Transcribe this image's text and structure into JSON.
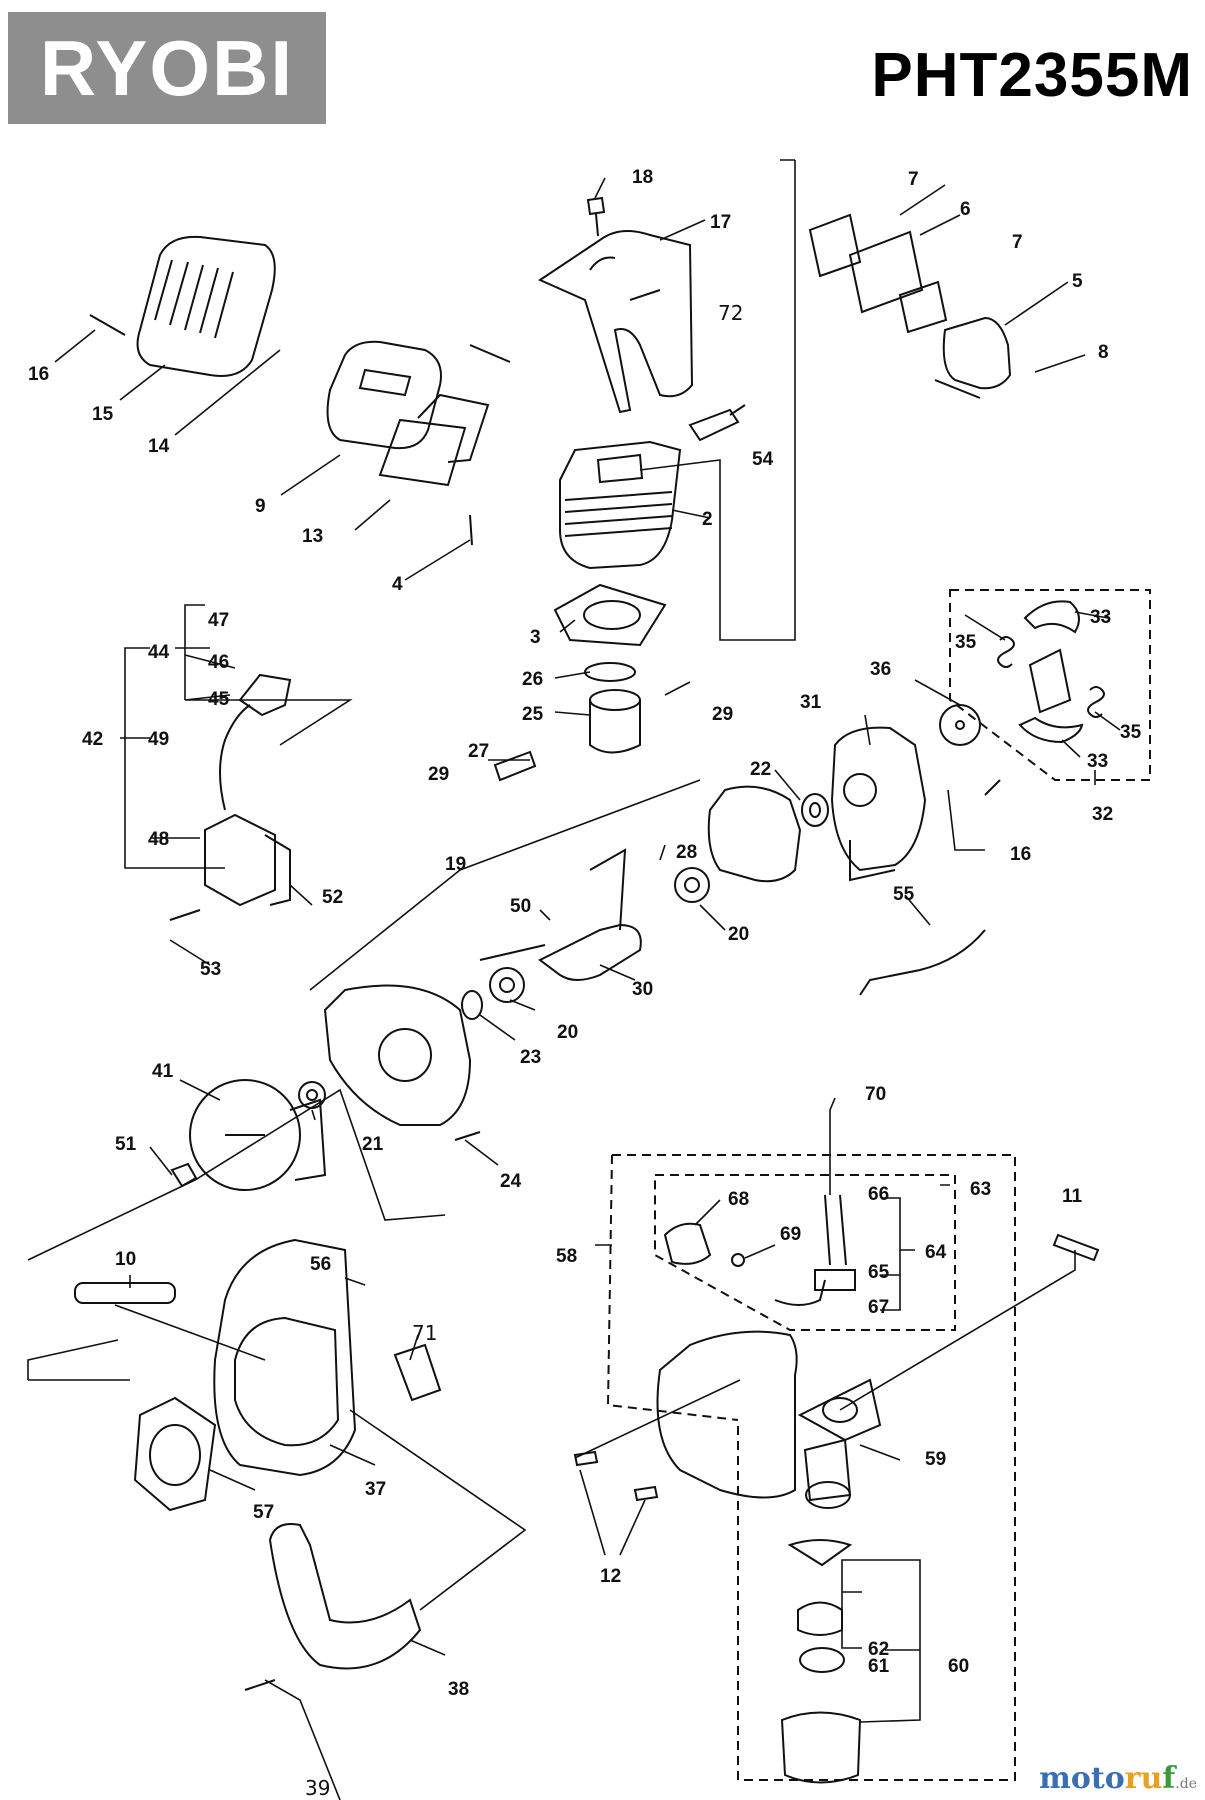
{
  "brand": "RYOBI",
  "model": "PHT2355M",
  "watermark": {
    "a": "moto",
    "b": "ru",
    "c": "f",
    "d": ".de"
  },
  "part_labels": [
    "18",
    "17",
    "72",
    "7",
    "6",
    "7",
    "5",
    "8",
    "16",
    "15",
    "14",
    "9",
    "13",
    "54",
    "2",
    "4",
    "3",
    "47",
    "44",
    "46",
    "45",
    "42",
    "49",
    "48",
    "52",
    "53",
    "26",
    "29",
    "25",
    "27",
    "29",
    "19",
    "28",
    "50",
    "30",
    "20",
    "20",
    "23",
    "22",
    "31",
    "36",
    "35",
    "33",
    "35",
    "33",
    "32",
    "16",
    "55",
    "41",
    "21",
    "51",
    "24",
    "10",
    "56",
    "71",
    "37",
    "57",
    "38",
    "39",
    "70",
    "63",
    "66",
    "68",
    "69",
    "65",
    "64",
    "67",
    "11",
    "58",
    "59",
    "12",
    "62",
    "61",
    "60"
  ]
}
